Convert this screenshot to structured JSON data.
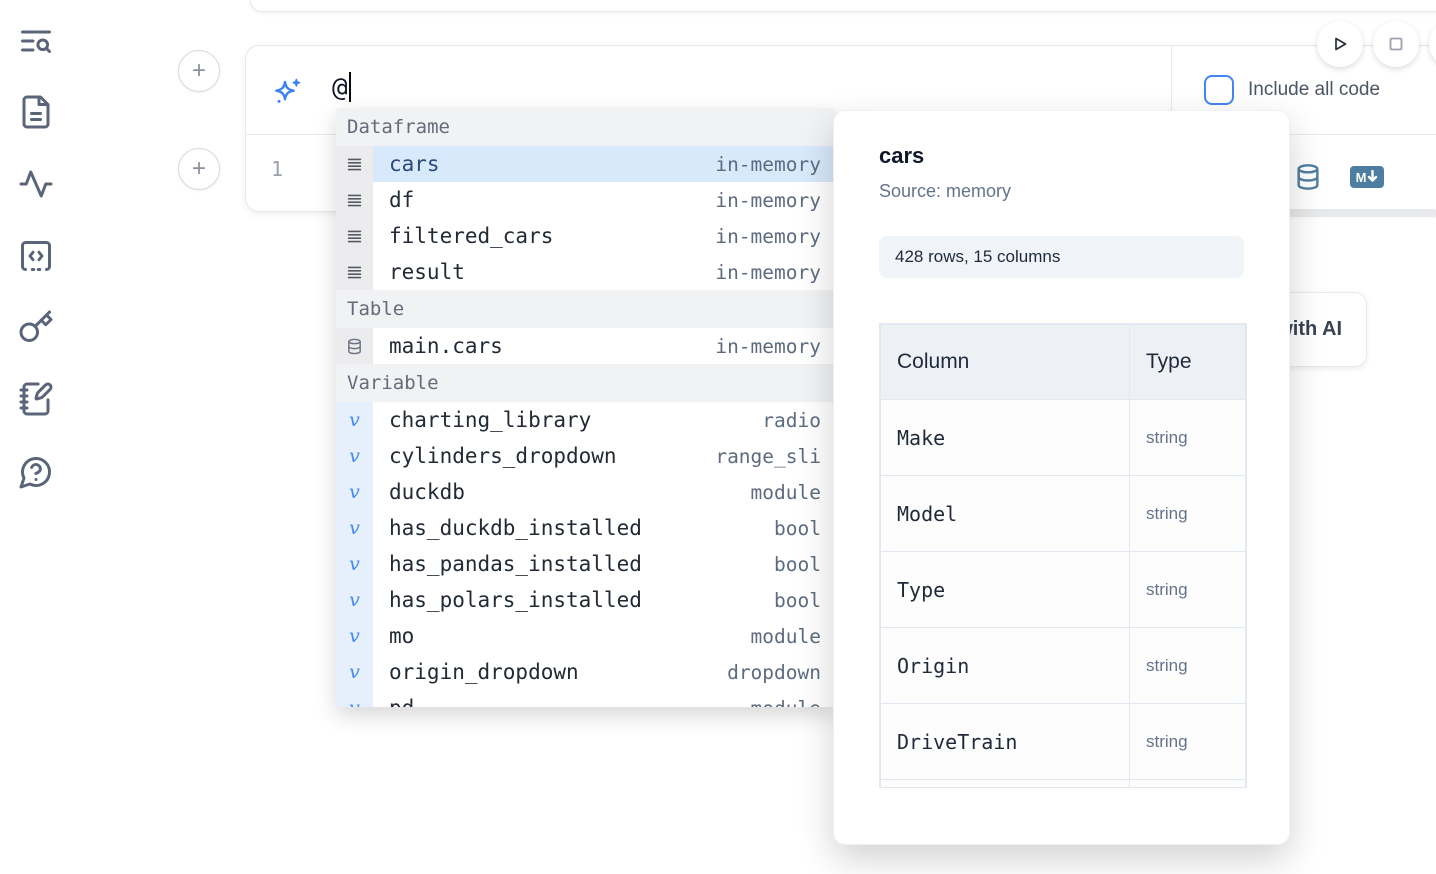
{
  "sidebar": {
    "items": [
      {
        "icon": "text-search-icon"
      },
      {
        "icon": "file-document-icon"
      },
      {
        "icon": "activity-icon"
      },
      {
        "icon": "code-block-icon"
      },
      {
        "icon": "key-icon"
      },
      {
        "icon": "notebook-pen-icon"
      },
      {
        "icon": "help-bubble-icon"
      }
    ]
  },
  "toolbar": {
    "run_icon": "play-icon",
    "stop_icon": "stop-icon"
  },
  "ai_input": {
    "value": "@",
    "icon": "sparkles-icon",
    "include_all_code_label": "Include all code",
    "include_all_code_checked": false
  },
  "editor": {
    "line_number": "1",
    "datasource_icon": "database-icon",
    "markdown_icon": "markdown-icon",
    "markdown_badge_text": "M"
  },
  "autocomplete": {
    "sections": [
      {
        "label": "Dataframe",
        "items": [
          {
            "name": "cars",
            "type": "in-memory",
            "icon": "dataframe-icon",
            "selected": true
          },
          {
            "name": "df",
            "type": "in-memory",
            "icon": "dataframe-icon",
            "selected": false
          },
          {
            "name": "filtered_cars",
            "type": "in-memory",
            "icon": "dataframe-icon",
            "selected": false
          },
          {
            "name": "result",
            "type": "in-memory",
            "icon": "dataframe-icon",
            "selected": false
          }
        ]
      },
      {
        "label": "Table",
        "items": [
          {
            "name": "main.cars",
            "type": "in-memory",
            "icon": "table-database-icon",
            "selected": false
          }
        ]
      },
      {
        "label": "Variable",
        "items": [
          {
            "name": "charting_library",
            "type": "radio",
            "icon": "variable-icon",
            "selected": false
          },
          {
            "name": "cylinders_dropdown",
            "type": "range_sli",
            "icon": "variable-icon",
            "selected": false
          },
          {
            "name": "duckdb",
            "type": "module",
            "icon": "variable-icon",
            "selected": false
          },
          {
            "name": "has_duckdb_installed",
            "type": "bool",
            "icon": "variable-icon",
            "selected": false
          },
          {
            "name": "has_pandas_installed",
            "type": "bool",
            "icon": "variable-icon",
            "selected": false
          },
          {
            "name": "has_polars_installed",
            "type": "bool",
            "icon": "variable-icon",
            "selected": false
          },
          {
            "name": "mo",
            "type": "module",
            "icon": "variable-icon",
            "selected": false
          },
          {
            "name": "origin_dropdown",
            "type": "dropdown",
            "icon": "variable-icon",
            "selected": false
          },
          {
            "name": "pd",
            "type": "module",
            "icon": "variable-icon",
            "selected": false
          }
        ]
      }
    ]
  },
  "popup": {
    "title": "cars",
    "source": "Source: memory",
    "shape": "428 rows, 15 columns",
    "table": {
      "headers": [
        "Column",
        "Type"
      ],
      "rows": [
        {
          "column": "Make",
          "type": "string"
        },
        {
          "column": "Model",
          "type": "string"
        },
        {
          "column": "Type",
          "type": "string"
        },
        {
          "column": "Origin",
          "type": "string"
        },
        {
          "column": "DriveTrain",
          "type": "string"
        }
      ]
    }
  },
  "generate_button": {
    "label": "Generate with AI"
  },
  "colors": {
    "accent_blue": "#3b82f6",
    "steel_blue": "#4d7ea1",
    "selected_row_bg": "#d8e9fb",
    "variable_gutter_bg": "#e6effc",
    "section_header_bg": "#f1f2f4",
    "icon_slate": "#5b6579"
  }
}
